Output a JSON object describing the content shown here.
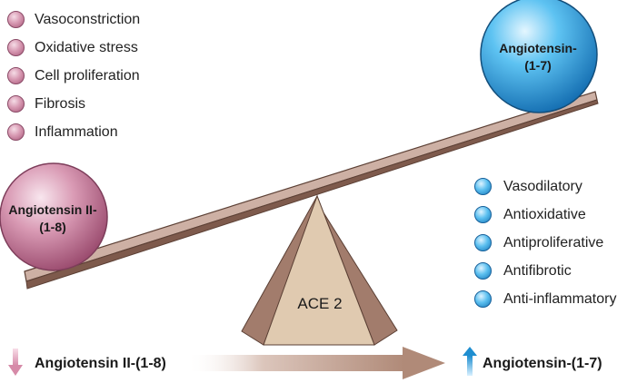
{
  "left_effects": [
    "Vasoconstriction",
    "Oxidative stress",
    "Cell proliferation",
    "Fibrosis",
    "Inflammation"
  ],
  "right_effects": [
    "Vasodilatory",
    "Antioxidative",
    "Antiproliferative",
    "Antifibrotic",
    "Anti-inflammatory"
  ],
  "left_ball": {
    "line1": "Angiotensin II-",
    "line2": "(1-8)"
  },
  "right_ball": {
    "line1": "Angiotensin-",
    "line2": "(1-7)"
  },
  "fulcrum_label": "ACE 2",
  "bottom": {
    "left_label": "Angiotensin II-(1-8)",
    "right_label": "Angiotensin-(1-7)"
  },
  "colors": {
    "ang2_pink": "#d89ab3",
    "ang17_blue": "#4db4ea",
    "beam": "#c8aa9e",
    "fulcrum": "#d9c2a6",
    "arrow": "#b89484"
  }
}
